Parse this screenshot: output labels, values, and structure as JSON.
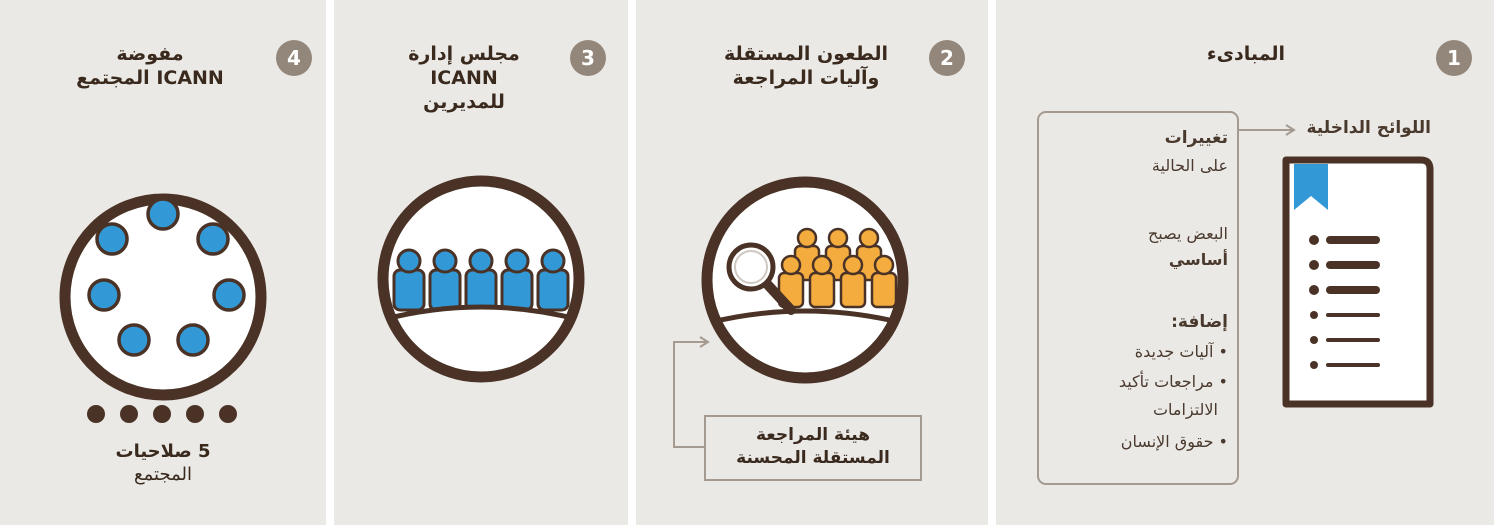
{
  "steps": [
    {
      "number": "1",
      "title_lines": [
        "المبادىء"
      ],
      "doc_label": "اللوائح الداخلية",
      "box": {
        "changes_heading": "تغييرات",
        "changes_sub": "على الحالية",
        "some_become_1": "البعض يصبح",
        "some_become_2": "أساسي",
        "additions_heading": "إضافة:",
        "bullets": [
          "آليات جديدة",
          "مراجعات تأكيد",
          "الالتزامات",
          "حقوق الإنسان"
        ]
      }
    },
    {
      "number": "2",
      "title_lines": [
        "الطعون المستقلة",
        "وآليات المراجعة"
      ],
      "panel_box_lines": [
        "هيئة المراجعة",
        "المستقلة المحسنة"
      ]
    },
    {
      "number": "3",
      "title_lines": [
        "مجلس إدارة",
        "ICANN",
        "للمديرين"
      ]
    },
    {
      "number": "4",
      "title_lines": [
        "مفوضة",
        "ICANN المجتمع"
      ],
      "powers_lines": [
        "5 صلاحيات",
        "المجتمع"
      ]
    }
  ],
  "colors": {
    "background": "#ebe9e6",
    "brown": "#4a3326",
    "gray_badge": "#93867b",
    "blue": "#3399d6",
    "orange": "#f4ac3f",
    "box_border": "#a59a90"
  },
  "icons": [
    "document-icon",
    "bookmark-icon",
    "magnifier-icon",
    "people-icon",
    "circle-frame-icon"
  ]
}
